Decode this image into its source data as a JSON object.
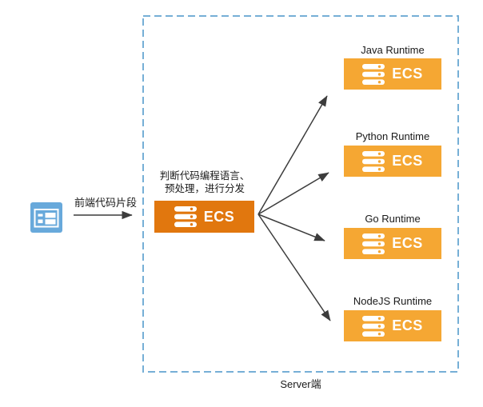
{
  "diagram": {
    "client": {
      "icon": "browser-window-icon",
      "arrow_label": "前端代码片段"
    },
    "dispatcher": {
      "note_line1": "判断代码编程语言、",
      "note_line2": "预处理，进行分发",
      "box_label": "ECS",
      "icon": "server-stack-icon"
    },
    "runtimes": [
      {
        "title": "Java Runtime",
        "box_label": "ECS",
        "icon": "server-stack-icon"
      },
      {
        "title": "Python Runtime",
        "box_label": "ECS",
        "icon": "server-stack-icon"
      },
      {
        "title": "Go Runtime",
        "box_label": "ECS",
        "icon": "server-stack-icon"
      },
      {
        "title": "NodeJS Runtime",
        "box_label": "ECS",
        "icon": "server-stack-icon"
      }
    ],
    "boundary_label": "Server端",
    "colors": {
      "dispatcher_box": "#E1770E",
      "runtime_box": "#F5A733",
      "boundary_border": "#76AFD6",
      "client_icon_blue": "#68A9DB",
      "arrow": "#3C3C3C",
      "text": "#1A1A1A",
      "background": "#FFFFFF"
    }
  }
}
